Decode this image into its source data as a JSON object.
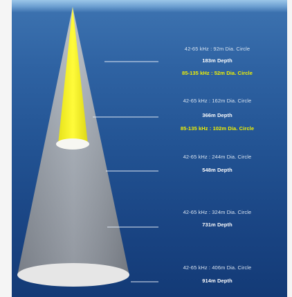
{
  "depth_levels": [
    {
      "freq_label": "42-65 kHz : 92m Dia. Circle",
      "depth_label": "183m Depth",
      "high_freq_label": "85-135 kHz : 52m Dia. Circle"
    },
    {
      "freq_label": "42-65 kHz : 162m Dia. Circle",
      "depth_label": "366m Depth",
      "high_freq_label": "85-135 kHz : 102m Dia. Circle"
    },
    {
      "freq_label": "42-65 kHz : 244m Dia. Circle",
      "depth_label": "548m Depth"
    },
    {
      "freq_label": "42-65 kHz : 324m Dia. Circle",
      "depth_label": "731m Depth"
    },
    {
      "freq_label": "42-65 kHz : 406m Dia. Circle",
      "depth_label": "914m Depth"
    }
  ],
  "colors": {
    "water_top": "#3e74b1",
    "water_bottom": "#133a76",
    "low_freq_cone": "#a9a9a9",
    "high_freq_cone": "#f5ef1c",
    "highlight_label": "#f2f200"
  }
}
